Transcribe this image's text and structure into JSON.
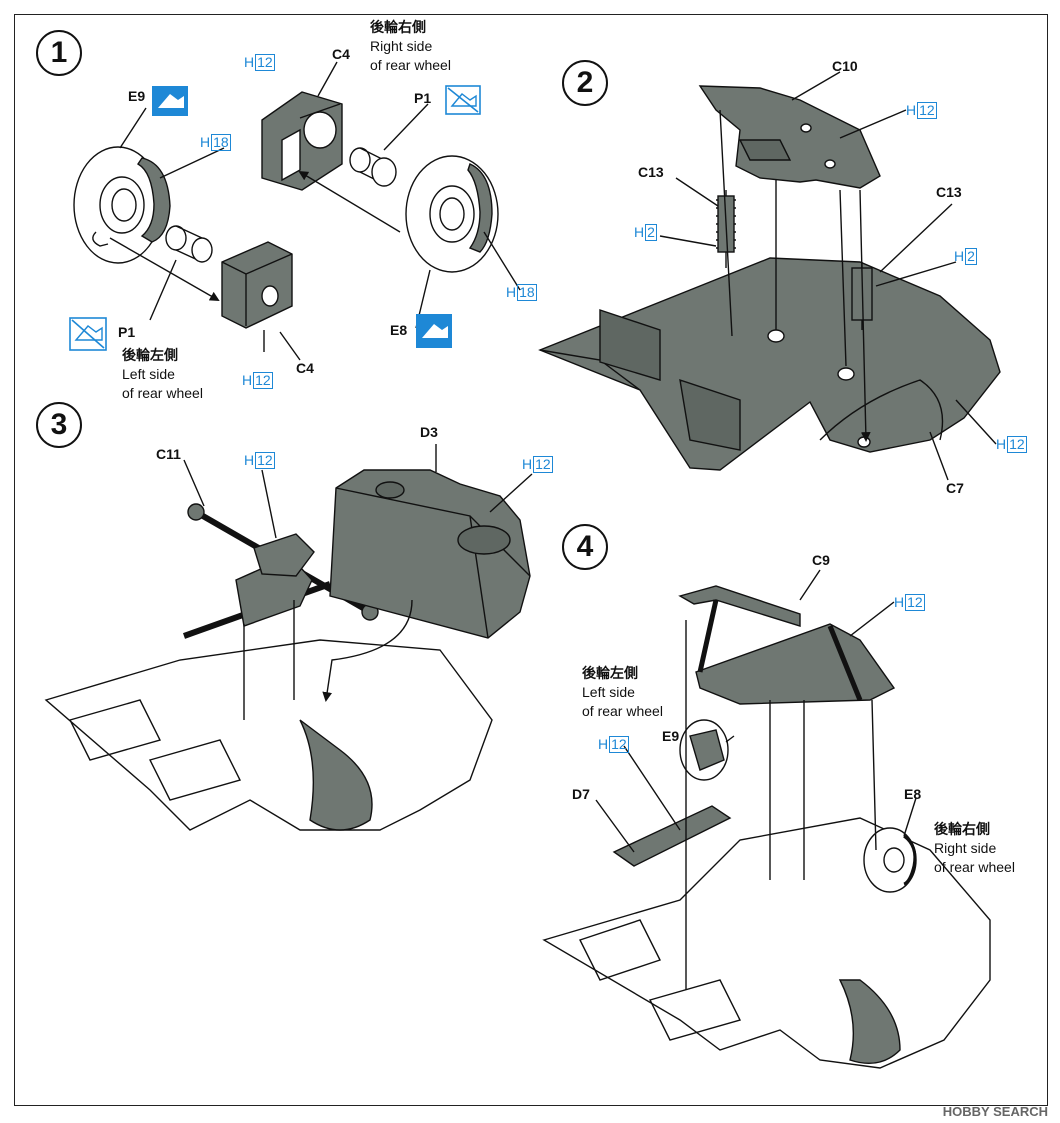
{
  "steps": {
    "s1": {
      "number": "1",
      "sides": {
        "right": {
          "jp": "後輪右側",
          "en1": "Right side",
          "en2": "of rear wheel"
        },
        "left": {
          "jp": "後輪左側",
          "en1": "Left side",
          "en2": "of rear wheel"
        }
      }
    },
    "s2": {
      "number": "2"
    },
    "s3": {
      "number": "3"
    },
    "s4": {
      "number": "4",
      "sides": {
        "left": {
          "jp": "後輪左側",
          "en1": "Left side",
          "en2": "of rear wheel"
        },
        "right": {
          "jp": "後輪右側",
          "en1": "Right side",
          "en2": "of rear wheel"
        }
      }
    }
  },
  "paint_prefix": "H",
  "parts": {
    "c4": "C4",
    "e9": "E9",
    "p1": "P1",
    "e8": "E8",
    "c10": "C10",
    "c13": "C13",
    "c7": "C7",
    "c11": "C11",
    "d3": "D3",
    "c9": "C9",
    "d7": "D7"
  },
  "paint_codes": {
    "h12": "12",
    "h18": "18",
    "h2": "2"
  },
  "colors": {
    "paint": "#1e88d6",
    "fill": "#6f7772",
    "line": "#111111"
  },
  "icons": [
    "glue-icon",
    "no-glue-icon"
  ],
  "watermark": "HOBBY SEARCH"
}
